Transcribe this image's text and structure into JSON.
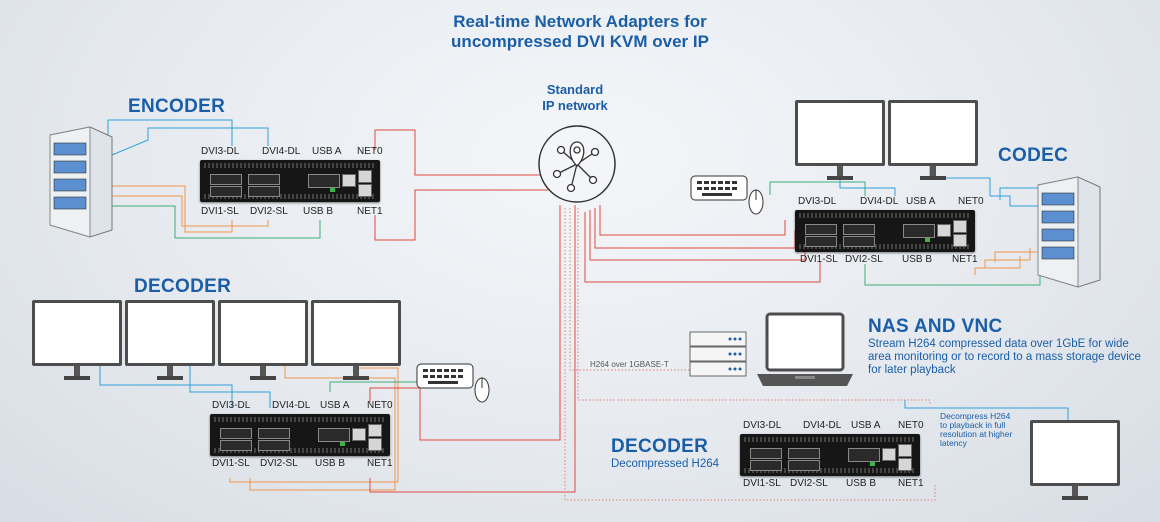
{
  "title": {
    "line1": "Real-time Network Adapters for",
    "line2": "uncompressed DVI KVM over IP"
  },
  "network": {
    "line1": "Standard",
    "line2": "IP network"
  },
  "ports": {
    "dvi3": "DVI3-DL",
    "dvi4": "DVI4-DL",
    "usba": "USB A",
    "net0": "NET0",
    "dvi1": "DVI1-SL",
    "dvi2": "DVI2-SL",
    "usbb": "USB B",
    "net1": "NET1"
  },
  "encoder": {
    "title": "ENCODER"
  },
  "codec": {
    "title": "CODEC"
  },
  "decoder": {
    "title": "DECODER"
  },
  "nas": {
    "title": "NAS AND VNC",
    "desc1": "Stream H264 compressed data over 1GbE for wide",
    "desc2": "area monitoring or to record to a mass storage device",
    "desc3": "for later playback",
    "link_label": "H264 over 1GBASE-T"
  },
  "decoder2": {
    "title": "DECODER",
    "subtitle": "Decompressed H264",
    "note1": "Decompress H264",
    "note2": "to playback in full",
    "note3": "resolution at higher",
    "note4": "latency"
  },
  "colors": {
    "title_blue": "#1a5ea8",
    "wire_red": "#e04a3f",
    "wire_blue": "#2fa0d8",
    "wire_orange": "#f0964a",
    "wire_green": "#3cae78",
    "wire_dotted": "#e47f77"
  }
}
